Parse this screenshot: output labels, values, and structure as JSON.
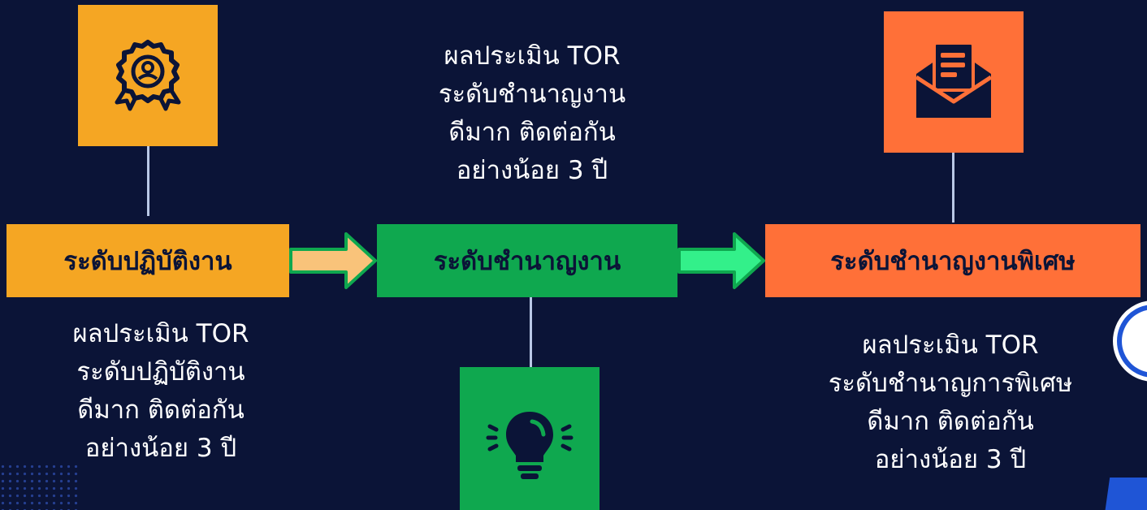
{
  "colors": {
    "background": "#0b1437",
    "level1": "#f5a623",
    "level2": "#0fa84f",
    "level3": "#ff7038",
    "arrow1": "#f9c37a",
    "arrow2": "#33f08a",
    "arrow_border": "#0fa84f",
    "connector": "#b9c8e6"
  },
  "levels": [
    {
      "label": "ระดับปฏิบัติงาน",
      "icon": "award-badge-icon"
    },
    {
      "label": "ระดับชำนาญงาน",
      "icon": "lightbulb-icon"
    },
    {
      "label": "ระดับชำนาญงานพิเศษ",
      "icon": "envelope-letter-icon"
    }
  ],
  "descriptions": [
    {
      "lines": [
        "ผลประเมิน TOR",
        "ระดับปฏิบัติงาน",
        "ดีมาก ติดต่อกัน",
        "อย่างน้อย 3 ปี"
      ]
    },
    {
      "lines": [
        "ผลประเมิน TOR",
        "ระดับชำนาญงาน",
        "ดีมาก ติดต่อกัน",
        "อย่างน้อย 3 ปี"
      ]
    },
    {
      "lines": [
        "ผลประเมิน TOR",
        "ระดับชำนาญการพิเศษ",
        "ดีมาก ติดต่อกัน",
        "อย่างน้อย 3 ปี"
      ]
    }
  ]
}
